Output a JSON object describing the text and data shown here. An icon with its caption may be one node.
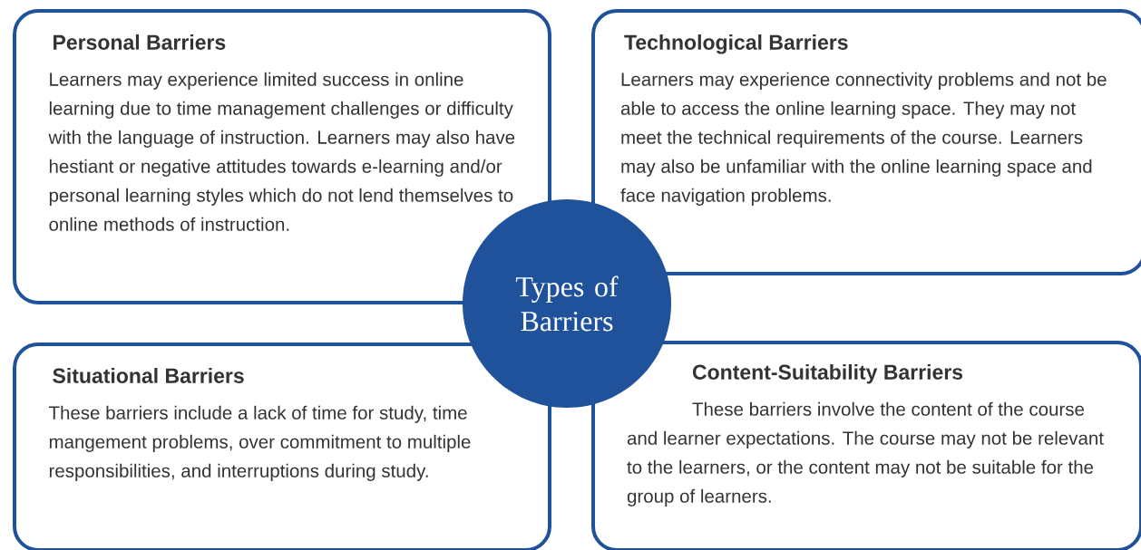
{
  "diagram": {
    "nodes": [
      {
        "text": [
          "Personal Barriers",
          "Learners may experience limited success in online learning due to time management challenges or difficulty with the language of instruction. Learners may also have hestiant or negative attitudes towards e-learning and/or personal learning styles which do not lend themselves to online methods of instruction."
        ]
      },
      {
        "text": [
          "Technological Barriers",
          "Learners may experience connectivity problems and not be able to access the online learning space. They may not meet the technical requirements of the course. Learners may also be unfamiliar with the online learning space and face navigation problems."
        ]
      },
      {
        "text": [
          "Types of Barriers"
        ]
      },
      {
        "text": [
          "Situational Barriers",
          "These barriers include a lack of time for study, time mangement problems, over commitment to multiple responsibilities, and interruptions during study."
        ]
      },
      {
        "text": [
          "Content-Suitability Barriers",
          "These barriers involve the content of the course and learner expectations. The course may not be relevant to the learners, or the content may not be suitable for the group of learners."
        ]
      }
    ]
  }
}
